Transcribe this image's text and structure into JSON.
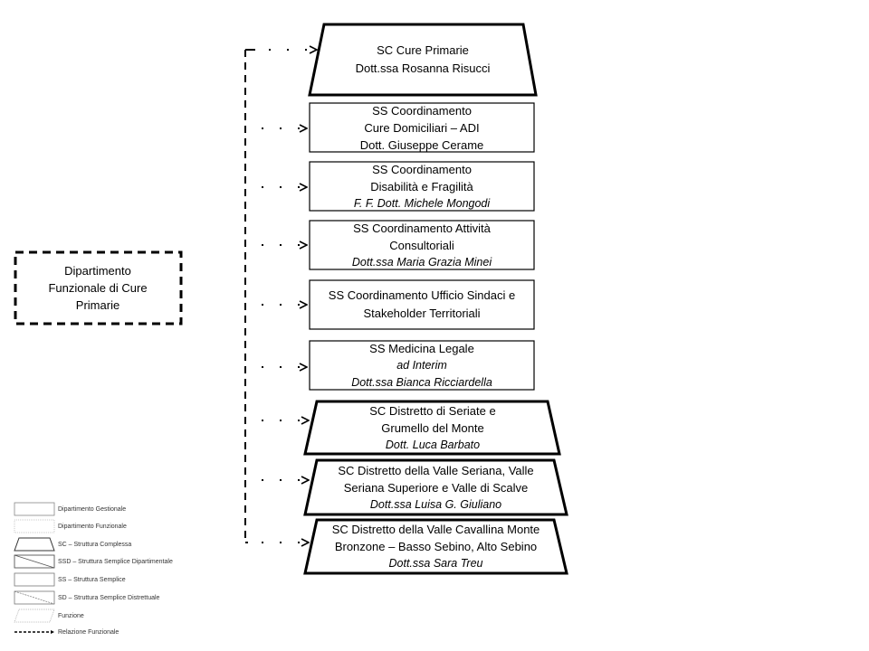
{
  "department": {
    "lines": [
      "Dipartimento",
      "Funzionale di Cure",
      "Primarie"
    ],
    "type": "Dipartimento Funzionale"
  },
  "units": [
    {
      "id": "sc-cure-primarie",
      "type": "SC",
      "lines": [
        "SC Cure Primarie",
        "Dott.ssa Rosanna Risucci"
      ],
      "italic_line": null
    },
    {
      "id": "ss-cure-domiciliari",
      "type": "SS",
      "lines": [
        "SS Coordinamento",
        "Cure Domiciliari – ADI",
        "Dott.  Giuseppe Cerame"
      ],
      "italic_line": null
    },
    {
      "id": "ss-disabilita-fragilita",
      "type": "SS",
      "lines": [
        "SS Coordinamento",
        "Disabilità e Fragilità",
        "F. F. Dott. Michele Mongodi"
      ],
      "italic_line": 2
    },
    {
      "id": "ss-attivita-consultoriali",
      "type": "SS",
      "lines": [
        "SS Coordinamento  Attività",
        "Consultoriali",
        "Dott.ssa Maria Grazia Minei"
      ],
      "italic_line": 2
    },
    {
      "id": "ss-ufficio-sindaci",
      "type": "SS",
      "lines": [
        "SS Coordinamento  Ufficio Sindaci e",
        "Stakeholder  Territoriali"
      ],
      "italic_line": null
    },
    {
      "id": "ss-medicina-legale",
      "type": "SS",
      "lines": [
        "SS Medicina Legale",
        "ad Interim",
        "Dott.ssa  Bianca Ricciardella"
      ],
      "italic_line": 1,
      "italic_lines": [
        1,
        2
      ]
    },
    {
      "id": "sc-distretto-seriate",
      "type": "SC",
      "lines": [
        "SC Distretto di Seriate e",
        "Grumello del Monte",
        "Dott. Luca Barbato"
      ],
      "italic_line": 2
    },
    {
      "id": "sc-distretto-valle-seriana",
      "type": "SC",
      "lines": [
        "SC Distretto della Valle Seriana, Valle",
        "Seriana Superiore  e Valle di Scalve",
        "Dott.ssa Luisa G. Giuliano"
      ],
      "italic_line": 2
    },
    {
      "id": "sc-distretto-valle-cavallina",
      "type": "SC",
      "lines": [
        "SC Distretto della Valle Cavallina Monte",
        "Bronzone  – Basso Sebino, Alto Sebino",
        "Dott.ssa Sara Treu"
      ],
      "italic_line": 2
    }
  ],
  "legend": {
    "items": [
      {
        "symbol": "solid-rectangle",
        "label": "Dipartimento Gestionale"
      },
      {
        "symbol": "dotted-rectangle",
        "label": "Dipartimento Funzionale"
      },
      {
        "symbol": "trapezoid",
        "label": "SC – Struttura Complessa"
      },
      {
        "symbol": "rectangle-diagonal",
        "label": "SSD – Struttura Semplice Dipartimentale"
      },
      {
        "symbol": "rectangle",
        "label": "SS – Struttura Semplice"
      },
      {
        "symbol": "rectangle-dashed-diagonal",
        "label": "SD – Struttura Semplice Distrettuale"
      },
      {
        "symbol": "parallelogram-dotted",
        "label": "Funzione"
      },
      {
        "symbol": "dashed-arrow",
        "label": "Relazione Funzionale"
      }
    ]
  }
}
